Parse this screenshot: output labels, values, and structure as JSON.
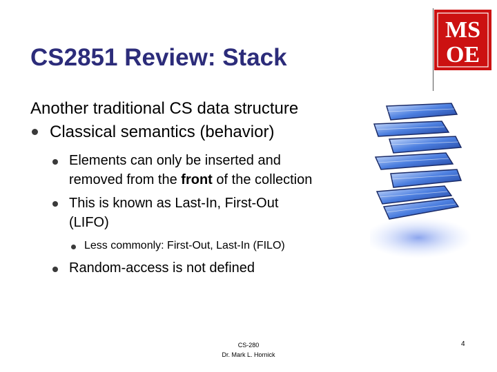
{
  "slide": {
    "title": "CS2851 Review: Stack",
    "logo_text_top": "MS",
    "logo_text_bottom": "OE",
    "logo_color": "#cc1111",
    "title_color": "#2c2c7a",
    "lines": {
      "intro": "Another traditional CS data structure",
      "semantics": "Classical semantics (behavior)",
      "insert_line1": "Elements can only be inserted and",
      "insert_line2_pre": "removed from the ",
      "insert_line2_bold": "front",
      "insert_line2_post": " of the collection",
      "lifo_line1": "This is known as Last-In, First-Out",
      "lifo_line2": "(LIFO)",
      "filo": "Less commonly: First-Out, Last-In (FILO)",
      "random": "Random-access is not defined"
    },
    "stack_icon": "stack-of-books-icon",
    "footer": {
      "course": "CS-280",
      "author": "Dr. Mark L. Hornick"
    },
    "page_number": "4"
  }
}
